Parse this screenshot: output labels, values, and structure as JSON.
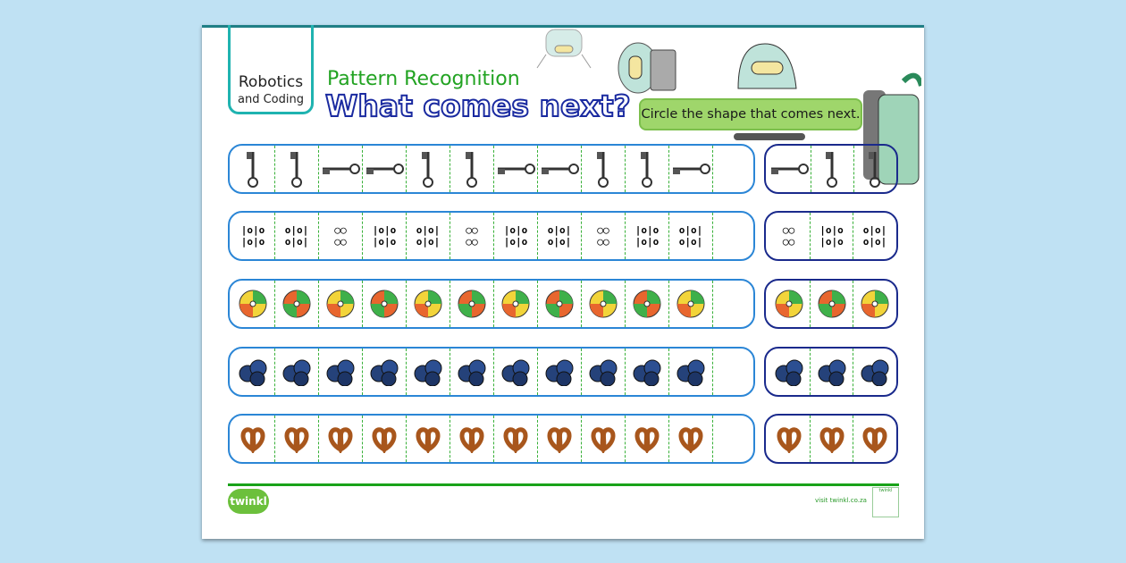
{
  "header": {
    "tag_line1": "Robotics",
    "tag_line2": "and Coding",
    "subtitle": "Pattern Recognition",
    "title": "What comes next?",
    "instruction": "Circle the shape that comes next."
  },
  "rows": [
    {
      "pattern": [
        "key-vertical",
        "key-vertical",
        "key-horizontal",
        "key-horizontal",
        "key-vertical",
        "key-vertical",
        "key-horizontal",
        "key-horizontal",
        "key-vertical",
        "key-vertical",
        "key-horizontal"
      ],
      "options": [
        "key-horizontal",
        "key-vertical",
        "key-vertical"
      ]
    },
    {
      "pattern": [
        "grid-a",
        "grid-b",
        "grid-c",
        "grid-a",
        "grid-b",
        "grid-c",
        "grid-a",
        "grid-b",
        "grid-c",
        "grid-a",
        "grid-b"
      ],
      "options": [
        "grid-c",
        "grid-a",
        "grid-b"
      ]
    },
    {
      "pattern": [
        "ball-a",
        "ball-b",
        "ball-a",
        "ball-b",
        "ball-a",
        "ball-b",
        "ball-a",
        "ball-b",
        "ball-a",
        "ball-b",
        "ball-a"
      ],
      "options": [
        "ball-a",
        "ball-b",
        "ball-a"
      ]
    },
    {
      "pattern": [
        "blueberry-a",
        "blueberry-b",
        "blueberry-c",
        "blueberry-a",
        "blueberry-b",
        "blueberry-c",
        "blueberry-a",
        "blueberry-b",
        "blueberry-c",
        "blueberry-a",
        "blueberry-b"
      ],
      "options": [
        "blueberry-a",
        "blueberry-b",
        "blueberry-c"
      ]
    },
    {
      "pattern": [
        "pretzel-a",
        "pretzel-b",
        "pretzel-c",
        "pretzel-a",
        "pretzel-b",
        "pretzel-c",
        "pretzel-a",
        "pretzel-b",
        "pretzel-c",
        "pretzel-a",
        "pretzel-b"
      ],
      "options": [
        "pretzel-a",
        "pretzel-b",
        "pretzel-c"
      ]
    }
  ],
  "footer": {
    "logo": "twinkl",
    "visit": "visit twinkl.co.za",
    "badge": "twinkl"
  },
  "colors": {
    "row_border": "#2b86d6",
    "answer_border": "#1a2a8c",
    "accent_green": "#19a219",
    "background": "#bfe1f3"
  }
}
